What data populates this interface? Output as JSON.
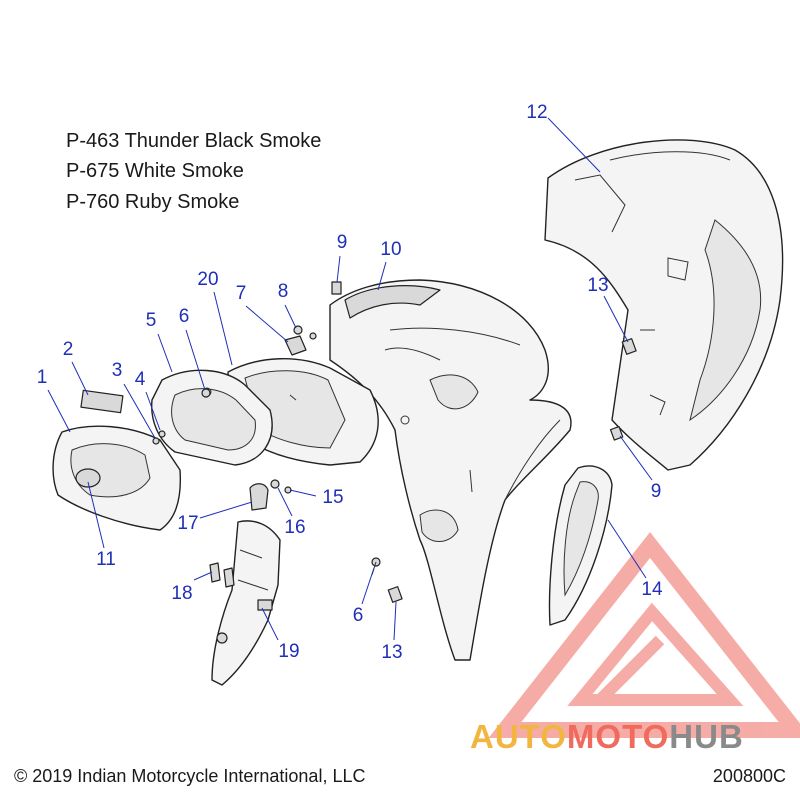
{
  "legend": [
    "P-463 Thunder Black Smoke",
    "P-675 White Smoke",
    "P-760 Ruby Smoke"
  ],
  "callouts": [
    {
      "id": "c1",
      "label": "1"
    },
    {
      "id": "c2",
      "label": "2"
    },
    {
      "id": "c3",
      "label": "3"
    },
    {
      "id": "c4",
      "label": "4"
    },
    {
      "id": "c5",
      "label": "5"
    },
    {
      "id": "c6a",
      "label": "6"
    },
    {
      "id": "c6b",
      "label": "6"
    },
    {
      "id": "c7",
      "label": "7"
    },
    {
      "id": "c8",
      "label": "8"
    },
    {
      "id": "c9a",
      "label": "9"
    },
    {
      "id": "c9b",
      "label": "9"
    },
    {
      "id": "c10",
      "label": "10"
    },
    {
      "id": "c11",
      "label": "11"
    },
    {
      "id": "c12",
      "label": "12"
    },
    {
      "id": "c13a",
      "label": "13"
    },
    {
      "id": "c13b",
      "label": "13"
    },
    {
      "id": "c14",
      "label": "14"
    },
    {
      "id": "c15",
      "label": "15"
    },
    {
      "id": "c16",
      "label": "16"
    },
    {
      "id": "c17",
      "label": "17"
    },
    {
      "id": "c18",
      "label": "18"
    },
    {
      "id": "c19",
      "label": "19"
    },
    {
      "id": "c20",
      "label": "20"
    }
  ],
  "footer": {
    "copyright": "© 2019 Indian Motorcycle International, LLC",
    "diagram_code": "200800C"
  },
  "watermark": {
    "part_a": "AUTO",
    "part_b": "MOTO",
    "part_c": "HUB",
    "color_a": "#f2b640",
    "color_b": "#f06a5e",
    "color_c": "#8a8a8a",
    "triangle_color": "#f06a5e"
  },
  "colors": {
    "callout": "#1f2fb8",
    "text": "#1a1a1a"
  }
}
